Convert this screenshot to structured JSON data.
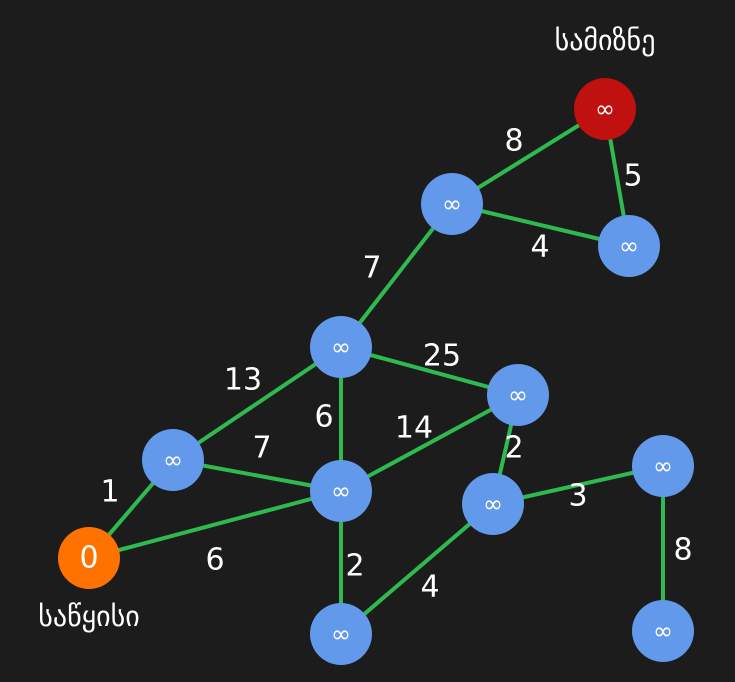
{
  "colors": {
    "background": "#1c1c1c",
    "edge": "#2fba4f",
    "node": "#6399ea",
    "start_node": "#ff7200",
    "end_node": "#c0100f",
    "text": "#ffffff"
  },
  "labels": {
    "start": "საწყისი",
    "end": "სამიზნე"
  },
  "nodes": [
    {
      "id": "A",
      "value": "0",
      "role": "start"
    },
    {
      "id": "B",
      "value": "∞",
      "role": "normal"
    },
    {
      "id": "C",
      "value": "∞",
      "role": "normal"
    },
    {
      "id": "D",
      "value": "∞",
      "role": "normal"
    },
    {
      "id": "E",
      "value": "∞",
      "role": "normal"
    },
    {
      "id": "F",
      "value": "∞",
      "role": "normal"
    },
    {
      "id": "G",
      "value": "∞",
      "role": "normal"
    },
    {
      "id": "H",
      "value": "∞",
      "role": "normal"
    },
    {
      "id": "I",
      "value": "∞",
      "role": "normal"
    },
    {
      "id": "J",
      "value": "∞",
      "role": "normal"
    },
    {
      "id": "K",
      "value": "∞",
      "role": "normal"
    },
    {
      "id": "L",
      "value": "∞",
      "role": "end"
    }
  ],
  "edges": [
    {
      "from": "A",
      "to": "B",
      "weight": "1"
    },
    {
      "from": "A",
      "to": "C",
      "weight": "6"
    },
    {
      "from": "B",
      "to": "C",
      "weight": "7"
    },
    {
      "from": "B",
      "to": "E",
      "weight": "13"
    },
    {
      "from": "C",
      "to": "E",
      "weight": "6"
    },
    {
      "from": "C",
      "to": "F",
      "weight": "14"
    },
    {
      "from": "C",
      "to": "D",
      "weight": "2"
    },
    {
      "from": "E",
      "to": "F",
      "weight": "25"
    },
    {
      "from": "E",
      "to": "J",
      "weight": "7"
    },
    {
      "from": "F",
      "to": "G",
      "weight": "2"
    },
    {
      "from": "D",
      "to": "G",
      "weight": "4"
    },
    {
      "from": "G",
      "to": "H",
      "weight": "3"
    },
    {
      "from": "H",
      "to": "I",
      "weight": "8"
    },
    {
      "from": "J",
      "to": "L",
      "weight": "8"
    },
    {
      "from": "J",
      "to": "K",
      "weight": "4"
    },
    {
      "from": "L",
      "to": "K",
      "weight": "5"
    }
  ]
}
